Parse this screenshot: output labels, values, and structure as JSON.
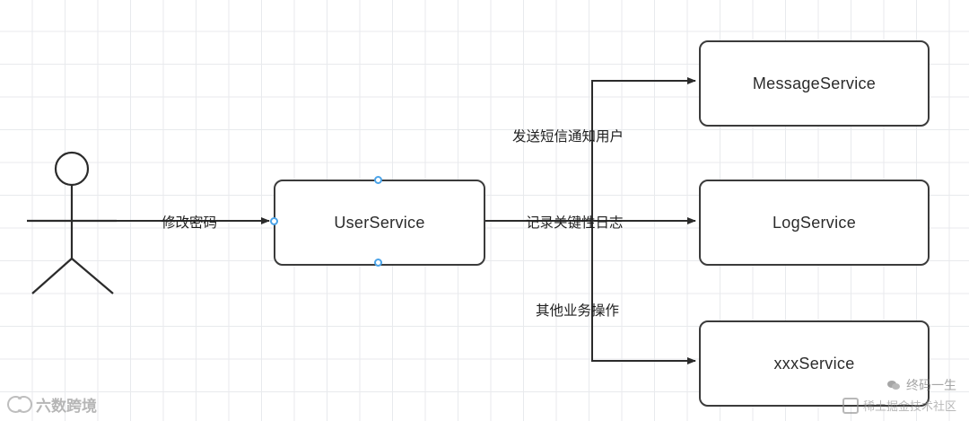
{
  "diagram": {
    "type": "flow-diagram",
    "actor": {
      "name": "actor-stick-figure",
      "label": ""
    },
    "nodes": [
      {
        "id": "user-service",
        "label": "UserService"
      },
      {
        "id": "message-service",
        "label": "MessageService"
      },
      {
        "id": "log-service",
        "label": "LogService"
      },
      {
        "id": "xxx-service",
        "label": "xxxService"
      }
    ],
    "edges": [
      {
        "id": "actor-to-user",
        "label": "修改密码"
      },
      {
        "id": "user-to-message",
        "label": "发送短信通知用户"
      },
      {
        "id": "user-to-log",
        "label": "记录关键性日志"
      },
      {
        "id": "user-to-xxx",
        "label": "其他业务操作"
      }
    ],
    "colors": {
      "node_border": "#3b3b3b",
      "grid": "#e8eaed",
      "handle": "#4aa3e8",
      "line": "#3b3b3b"
    }
  },
  "watermarks": {
    "left_text": "六数跨境",
    "right_top_text": "终码一生",
    "right_bottom_text": "稀土掘金技术社区"
  }
}
